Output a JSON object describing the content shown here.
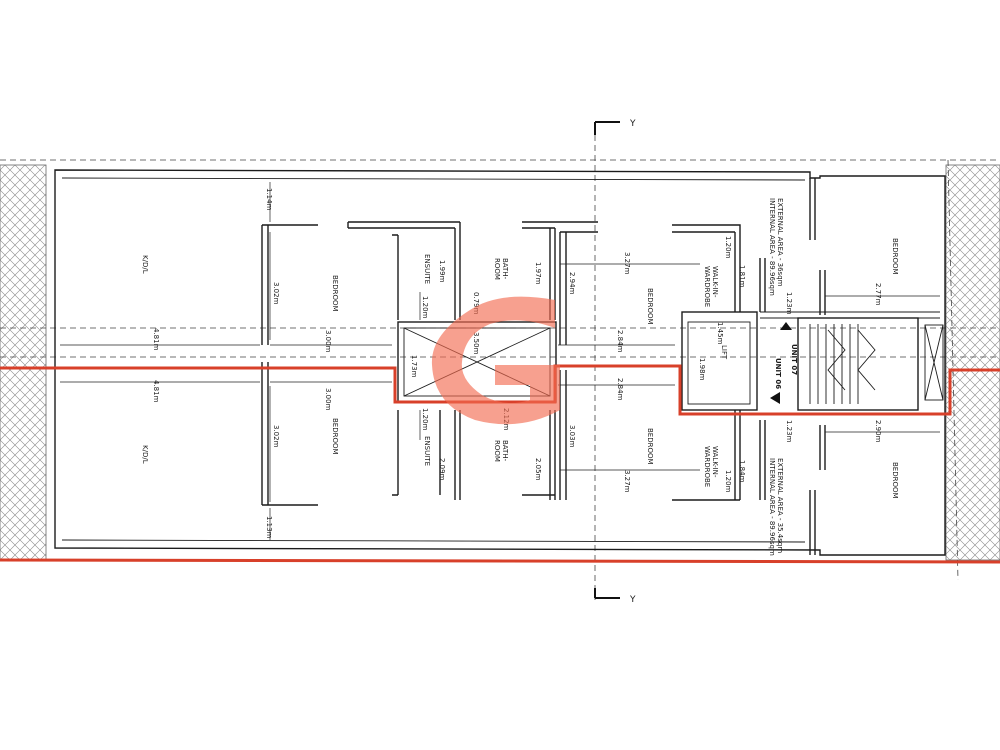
{
  "colors": {
    "boundary": "#d8402a",
    "wall": "#1c1c1c",
    "watermark": "#f26b50"
  },
  "logo": {
    "glyph": "G"
  },
  "section_marker": {
    "top": "Y",
    "bottom": "Y"
  },
  "units": {
    "unit_06": "UNIT 06",
    "unit_07": "UNIT 07"
  },
  "areas": {
    "unit07": {
      "internal": "INTERNAL AREA - 89.96sqm",
      "external": "EXTERNAL AREA - 36sqm"
    },
    "unit06": {
      "internal": "INTERNAL AREA - 89.96sqm",
      "external": "EXTERNAL AREA - 35.4sqm"
    }
  },
  "rooms": {
    "kdl_top": "K/D/L",
    "kdl_bottom": "K/D/L",
    "bedroom_1": "BEDROOM",
    "bedroom_2": "BEDROOM",
    "bedroom_3": "BEDROOM",
    "bedroom_4": "BEDROOM",
    "bedroom_5": "BEDROOM",
    "bedroom_6": "BEDROOM",
    "ensuite_top": "ENSUITE",
    "ensuite_bottom": "ENSUITE",
    "bath_top": "BATH-\nROOM",
    "bath_bottom": "BATH-\nROOM",
    "walkin_top": "WALK-IN-\nWARDROBE",
    "walkin_bottom": "WALK-IN-\nWARDROBE",
    "lift": "LIFT"
  },
  "dimensions": {
    "d_114": "1.14m",
    "d_302a": "3.02m",
    "d_481a": "4.81m",
    "d_300a": "3.00m",
    "d_199": "1.99m",
    "d_120a": "1.20m",
    "d_079": "0.79m",
    "d_197": "1.97m",
    "d_294": "2.94m",
    "d_327a": "3.27m",
    "d_120b": "1.20m",
    "d_181": "1.81m",
    "d_123a": "1.23m",
    "d_277": "2.77m",
    "d_173": "1.73m",
    "d_350": "3.50m",
    "d_284a": "2.84m",
    "d_145": "1.45m",
    "d_198": "1.98m",
    "d_284b": "2.84m",
    "d_481b": "4.81m",
    "d_302b": "3.02m",
    "d_300b": "3.00m",
    "d_120c": "1.20m",
    "d_212": "2.12m",
    "d_303": "3.03m",
    "d_209": "2.09m",
    "d_205": "2.05m",
    "d_327b": "3.27m",
    "d_120d": "1.20m",
    "d_184": "1.84m",
    "d_123b": "1.23m",
    "d_290": "2.90m",
    "d_113": "1.13m"
  }
}
